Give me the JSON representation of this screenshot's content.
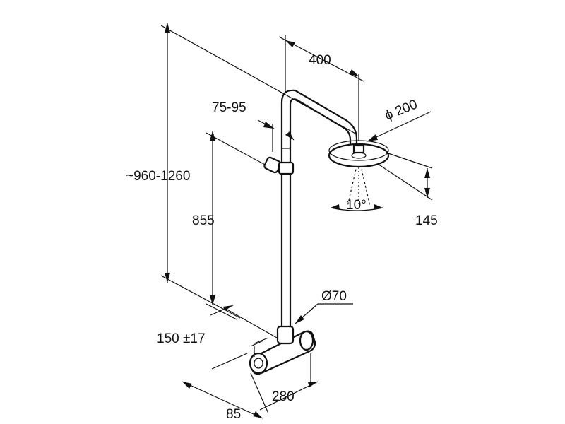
{
  "dimensions": {
    "total_height": "~960-1260",
    "arm_length": "400",
    "head_diameter": "ϕ 200",
    "holder_range": "75-95",
    "holder_height": "855",
    "head_height": "145",
    "spray_angle": "10°",
    "pipe_diameter": "Ø70",
    "wall_distance": "150 ±17",
    "outlet_depth": "85",
    "valve_width": "280"
  },
  "colors": {
    "ink": "#111111",
    "background": "#ffffff"
  }
}
